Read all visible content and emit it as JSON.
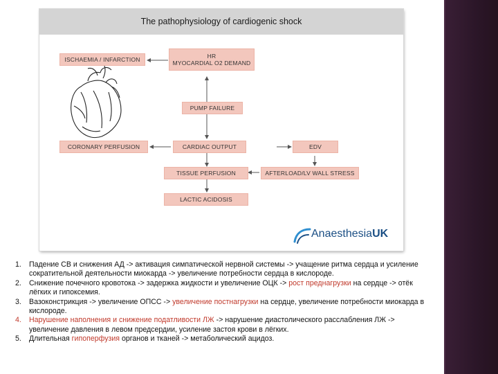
{
  "figure": {
    "title": "The pathophysiology of cardiogenic shock",
    "boxes": {
      "ischaemia": "ISCHAEMIA / INFARCTION",
      "hr_line1": "HR",
      "hr_line2": "MYOCARDIAL O2 DEMAND",
      "pump_failure": "PUMP FAILURE",
      "coronary": "CORONARY PERFUSION",
      "cardiac_output": "CARDIAC OUTPUT",
      "edv": "EDV",
      "tissue": "TISSUE PERFUSION",
      "afterload": "AFTERLOAD/LV WALL STRESS",
      "lactic": "LACTIC ACIDOSIS"
    },
    "logo": {
      "prefix": "Anaesthesia",
      "suffix": "UK"
    }
  },
  "colors": {
    "box_fill": "#f3c7bd",
    "highlight": "#c0392b",
    "logo_blue": "#1a4e84",
    "sidebar": "#2b1628"
  },
  "list": [
    {
      "num": "1.",
      "parts": [
        {
          "text": "Падение СВ и снижения АД -> активация симпатической нервной системы -> учащение ритма сердца и усиление сократительной деятельности миокарда -> увеличение потребности сердца в кислороде.",
          "hl": false
        }
      ]
    },
    {
      "num": "2.",
      "parts": [
        {
          "text": "Снижение почечного кровотока -> задержка жидкости и увеличение ОЦК -> ",
          "hl": false
        },
        {
          "text": "рост преднагрузки",
          "hl": true
        },
        {
          "text": " на сердце -> отёк лёгких и гипоксемия.",
          "hl": false
        }
      ]
    },
    {
      "num": "3.",
      "parts": [
        {
          "text": "Вазоконстрикция -> увеличение ОПСС -> ",
          "hl": false
        },
        {
          "text": "увеличение постнагрузки",
          "hl": true
        },
        {
          "text": " на сердце, увеличение потребности миокарда в кислороде.",
          "hl": false
        }
      ]
    },
    {
      "num": "4.",
      "parts": [
        {
          "text": "Нарушение наполнения и снижение податливости ЛЖ",
          "hl": true
        },
        {
          "text": " -> нарушение диастолического расслабления ЛЖ -> увеличение давления в левом предсердии, усиление застоя крови в лёгких.",
          "hl": false
        }
      ]
    },
    {
      "num": "5.",
      "parts": [
        {
          "text": "Длительная ",
          "hl": false
        },
        {
          "text": "гипоперфузия",
          "hl": true
        },
        {
          "text": " органов и тканей -> метаболический ацидоз.",
          "hl": false
        }
      ]
    }
  ]
}
